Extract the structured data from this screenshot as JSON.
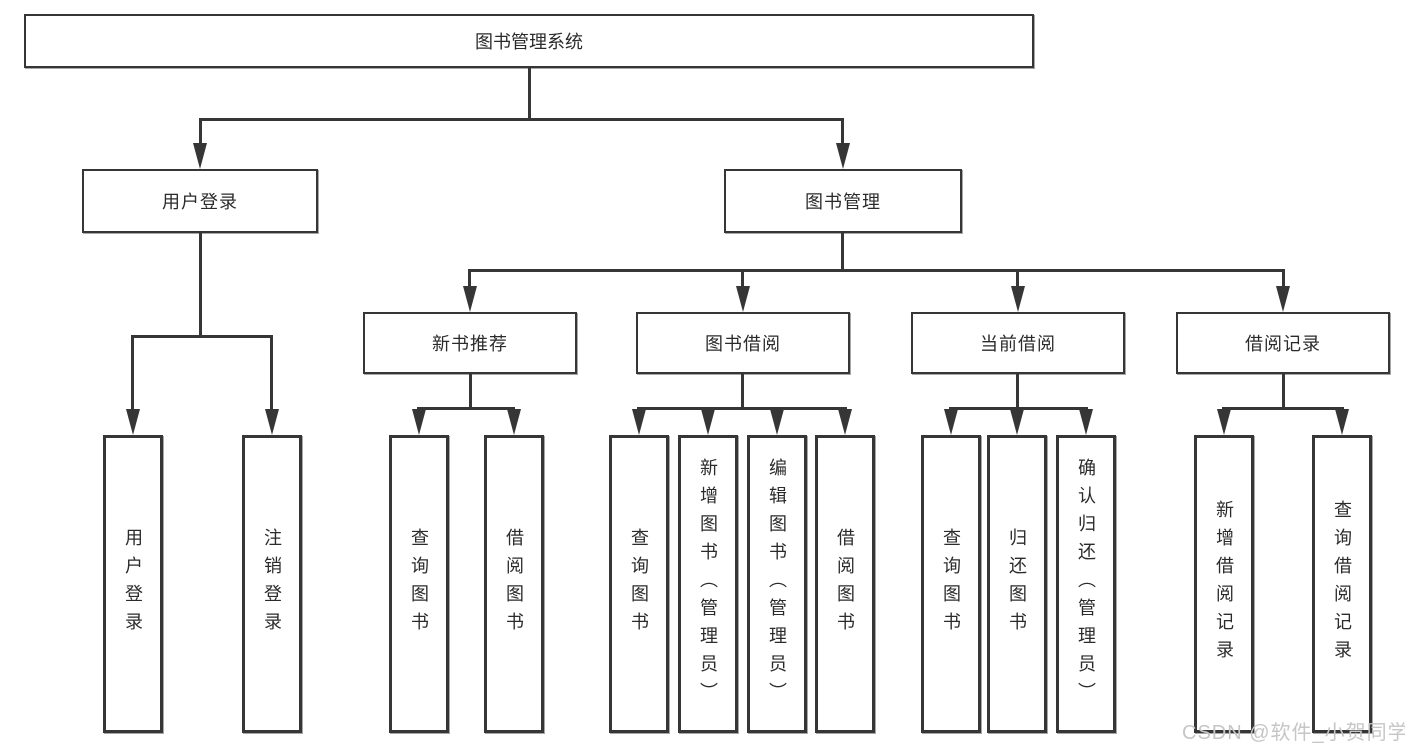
{
  "nodes": {
    "root": "图书管理系统",
    "level2": [
      "用户登录",
      "图书管理"
    ],
    "level3": [
      "新书推荐",
      "图书借阅",
      "当前借阅",
      "借阅记录"
    ],
    "leaves_user": [
      "用户登录",
      "注销登录"
    ],
    "leaves_newbook": [
      "查询图书",
      "借阅图书"
    ],
    "leaves_borrow": [
      "查询图书",
      "新增图书（管理员）",
      "编辑图书（管理员）",
      "借阅图书"
    ],
    "leaves_current": [
      "查询图书",
      "归还图书",
      "确认归还（管理员）"
    ],
    "leaves_records": [
      "新增借阅记录",
      "查询借阅记录"
    ]
  },
  "watermark": "CSDN @软件_小贺同学",
  "colors": {
    "line": "#363636",
    "fill": "#ffffff",
    "text": "#2b2b2b",
    "watermark": "#c6c6c6",
    "bg": "#ffffff"
  }
}
